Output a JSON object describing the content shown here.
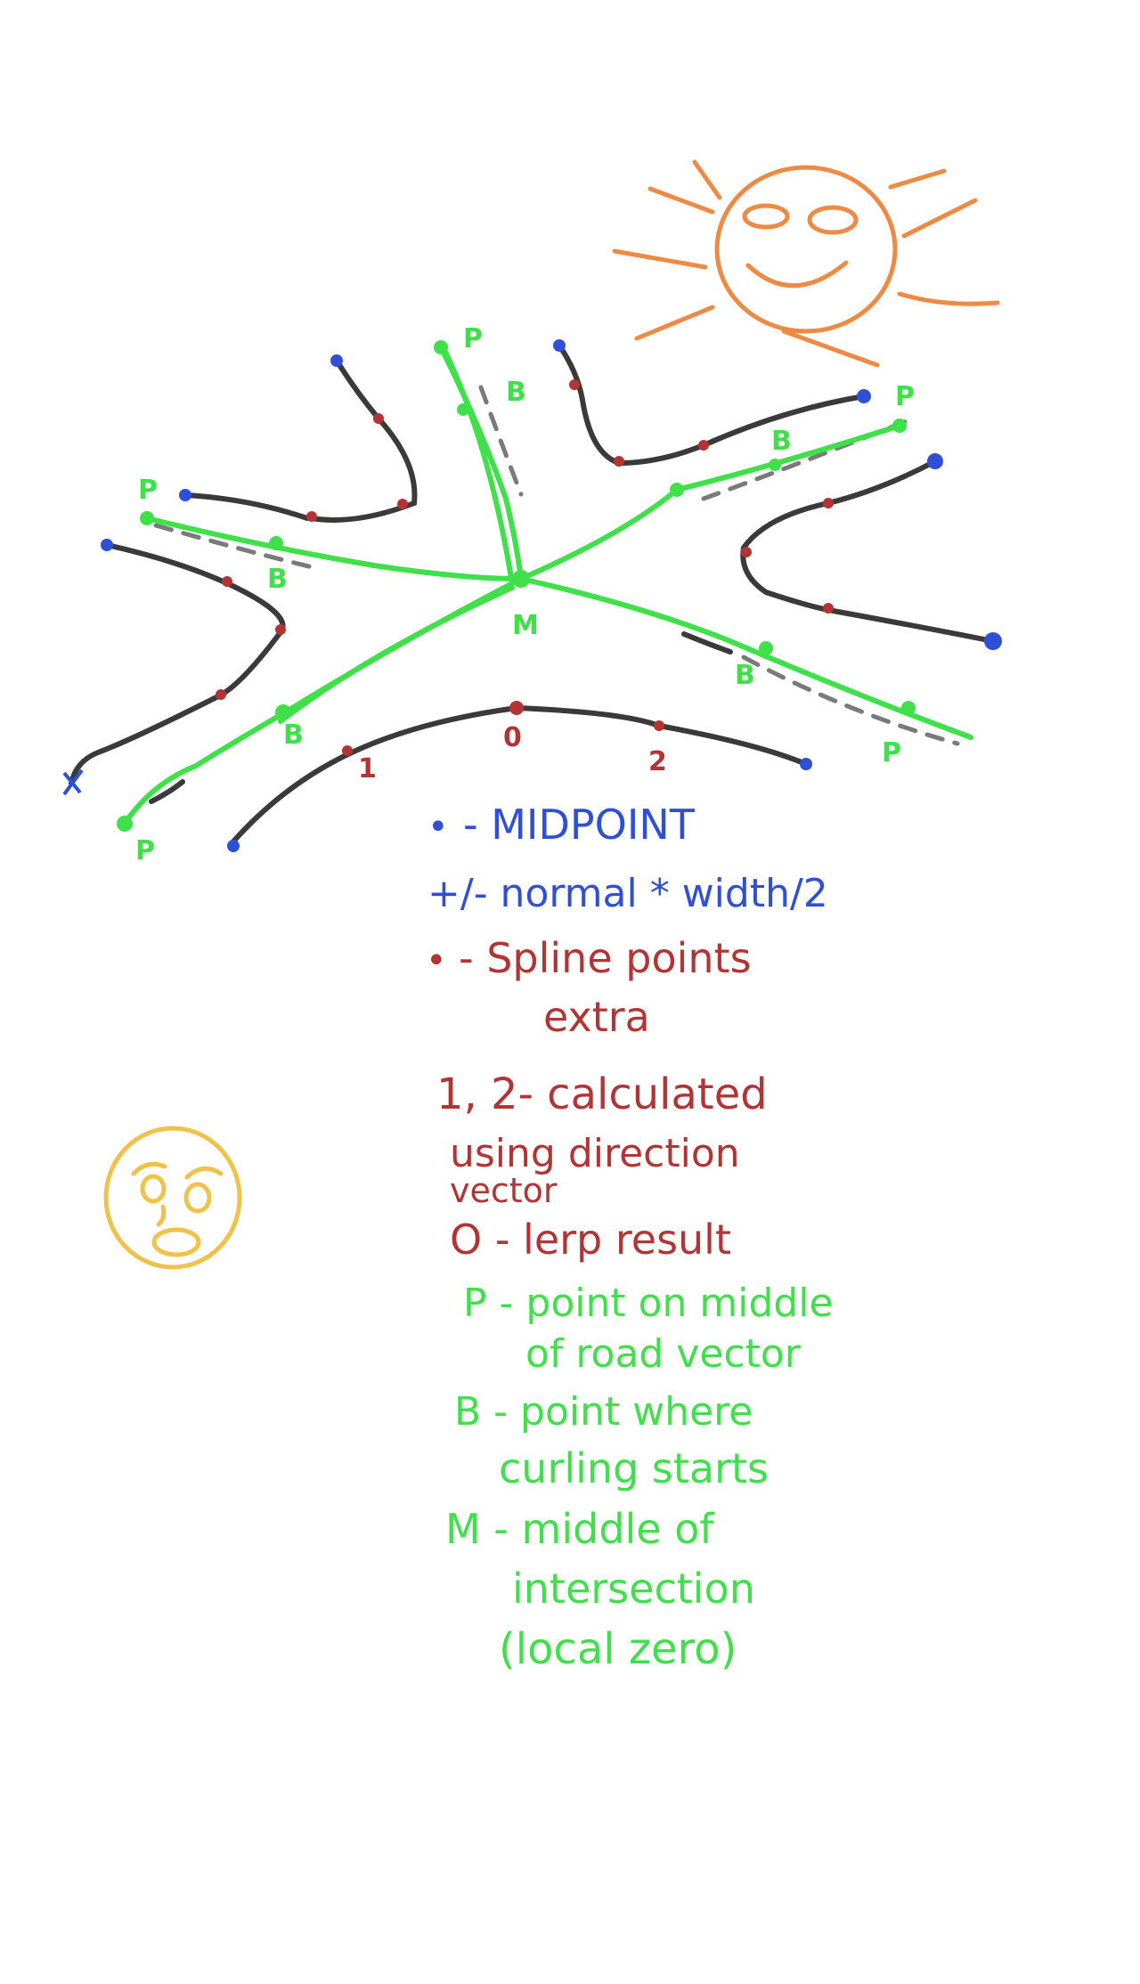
{
  "colors": {
    "road": "#3a3a3a",
    "blue": "#2f4fd6",
    "red": "#b33434",
    "green": "#3fe04a",
    "sun": "#ee8a44",
    "face": "#f0c24a",
    "gray": "#7a7a7a"
  },
  "diagram_labels": {
    "p_label": "P",
    "b_label": "B",
    "m_label": "M",
    "zero": "0",
    "one": "1",
    "two": "2"
  },
  "legend": {
    "midpoint_marker": "•",
    "midpoint_text": "- MIDPOINT",
    "normal_text": "+/- normal * width/2",
    "spline_marker": "•",
    "spline_line1": "- Spline points",
    "spline_line2": "extra",
    "calc_line1": "1, 2- calculated",
    "calc_line2": "using direction",
    "calc_line3": "vector",
    "lerp_line": "O - lerp result",
    "p_line1": "P - point on middle",
    "p_line2": "of road vector",
    "b_line1": "B - point where",
    "b_line2": "curling starts",
    "m_line1": "M - middle of",
    "m_line2": "intersection",
    "m_line3": "(local zero)"
  }
}
